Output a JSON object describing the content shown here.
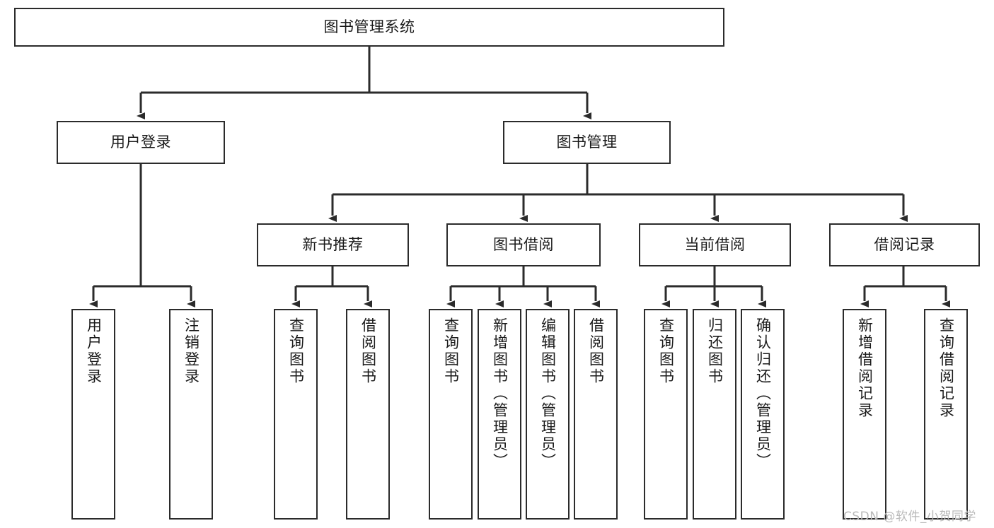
{
  "diagram": {
    "title": "图书管理系统",
    "type": "tree-hierarchy-chart",
    "orientation": "top-down",
    "colors": {
      "box_border": "#2b2b2b",
      "box_fill": "#ffffff",
      "connector": "#2b2b2b",
      "text": "#1a1a1a",
      "watermark": "#b9b9b9",
      "background": "#ffffff"
    },
    "root": {
      "id": "root",
      "label": "图书管理系统",
      "orientation": "horizontal"
    },
    "level2": [
      {
        "id": "user-login",
        "label": "用户登录",
        "orientation": "horizontal"
      },
      {
        "id": "book-management",
        "label": "图书管理",
        "orientation": "horizontal"
      }
    ],
    "level3": [
      {
        "id": "new-book-recommend",
        "label": "新书推荐",
        "orientation": "horizontal",
        "parent": "book-management"
      },
      {
        "id": "book-borrow",
        "label": "图书借阅",
        "orientation": "horizontal",
        "parent": "book-management"
      },
      {
        "id": "current-borrow",
        "label": "当前借阅",
        "orientation": "horizontal",
        "parent": "book-management"
      },
      {
        "id": "borrow-record",
        "label": "借阅记录",
        "orientation": "horizontal",
        "parent": "book-management"
      }
    ],
    "leaves": [
      {
        "id": "leaf-user-login",
        "label": "用户登录",
        "parent": "user-login",
        "orientation": "vertical"
      },
      {
        "id": "leaf-logout-login",
        "label": "注销登录",
        "parent": "user-login",
        "orientation": "vertical"
      },
      {
        "id": "leaf-query-book-1",
        "label": "查询图书",
        "parent": "new-book-recommend",
        "orientation": "vertical"
      },
      {
        "id": "leaf-borrow-book-1",
        "label": "借阅图书",
        "parent": "new-book-recommend",
        "orientation": "vertical"
      },
      {
        "id": "leaf-query-book-2",
        "label": "查询图书",
        "parent": "book-borrow",
        "orientation": "vertical"
      },
      {
        "id": "leaf-add-book",
        "label": "新增图书（管理员）",
        "parent": "book-borrow",
        "orientation": "vertical"
      },
      {
        "id": "leaf-edit-book",
        "label": "编辑图书（管理员）",
        "parent": "book-borrow",
        "orientation": "vertical"
      },
      {
        "id": "leaf-borrow-book-2",
        "label": "借阅图书",
        "parent": "book-borrow",
        "orientation": "vertical"
      },
      {
        "id": "leaf-query-book-3",
        "label": "查询图书",
        "parent": "current-borrow",
        "orientation": "vertical"
      },
      {
        "id": "leaf-return-book",
        "label": "归还图书",
        "parent": "current-borrow",
        "orientation": "vertical"
      },
      {
        "id": "leaf-confirm-return",
        "label": "确认归还（管理员）",
        "parent": "current-borrow",
        "orientation": "vertical"
      },
      {
        "id": "leaf-add-borrow-record",
        "label": "新增借阅记录",
        "parent": "borrow-record",
        "orientation": "vertical"
      },
      {
        "id": "leaf-query-borrow-record",
        "label": "查询借阅记录",
        "parent": "borrow-record",
        "orientation": "vertical"
      }
    ]
  },
  "watermark": {
    "text": "CSDN @软件_小贺同学"
  }
}
